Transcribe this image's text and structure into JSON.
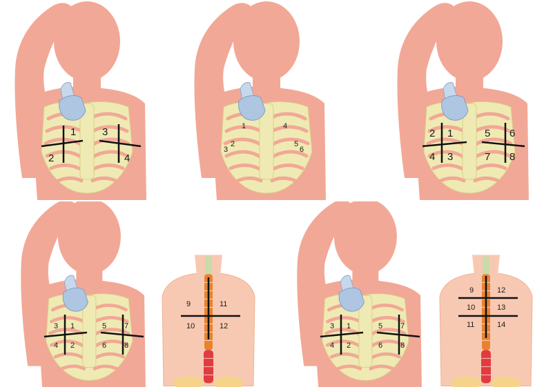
{
  "colors": {
    "skin": "#f2a896",
    "skin_light": "#f8c9b2",
    "bone": "#efeab3",
    "bone_edge": "#d9d08a",
    "probe": "#aec6e2",
    "line": "#111111",
    "spine_orange": "#e9822f",
    "spine_red": "#e13b40",
    "spine_green": "#c7dca8",
    "pelvis": "#f5d38b"
  },
  "icons": {
    "probe": "ultrasound-probe-icon"
  },
  "panels": [
    {
      "name": "anterior-4-zone",
      "labels": [
        "1",
        "2",
        "3",
        "4"
      ]
    },
    {
      "name": "anterior-6-point",
      "labels": [
        "1",
        "2",
        "3",
        "4",
        "5",
        "6"
      ]
    },
    {
      "name": "anterior-8-zone",
      "labels": [
        "2",
        "1",
        "4",
        "3",
        "5",
        "6",
        "7",
        "8"
      ]
    },
    {
      "name": "anterior-8-zone-with-back",
      "labels": [
        "3",
        "1",
        "4",
        "2",
        "5",
        "7",
        "6",
        "8"
      ],
      "back_labels": [
        "9",
        "11",
        "10",
        "12"
      ]
    },
    {
      "name": "anterior-8-zone-with-back-6",
      "labels": [
        "3",
        "1",
        "4",
        "2",
        "5",
        "7",
        "6",
        "8"
      ],
      "back_labels": [
        "9",
        "12",
        "10",
        "13",
        "11",
        "14"
      ]
    }
  ]
}
